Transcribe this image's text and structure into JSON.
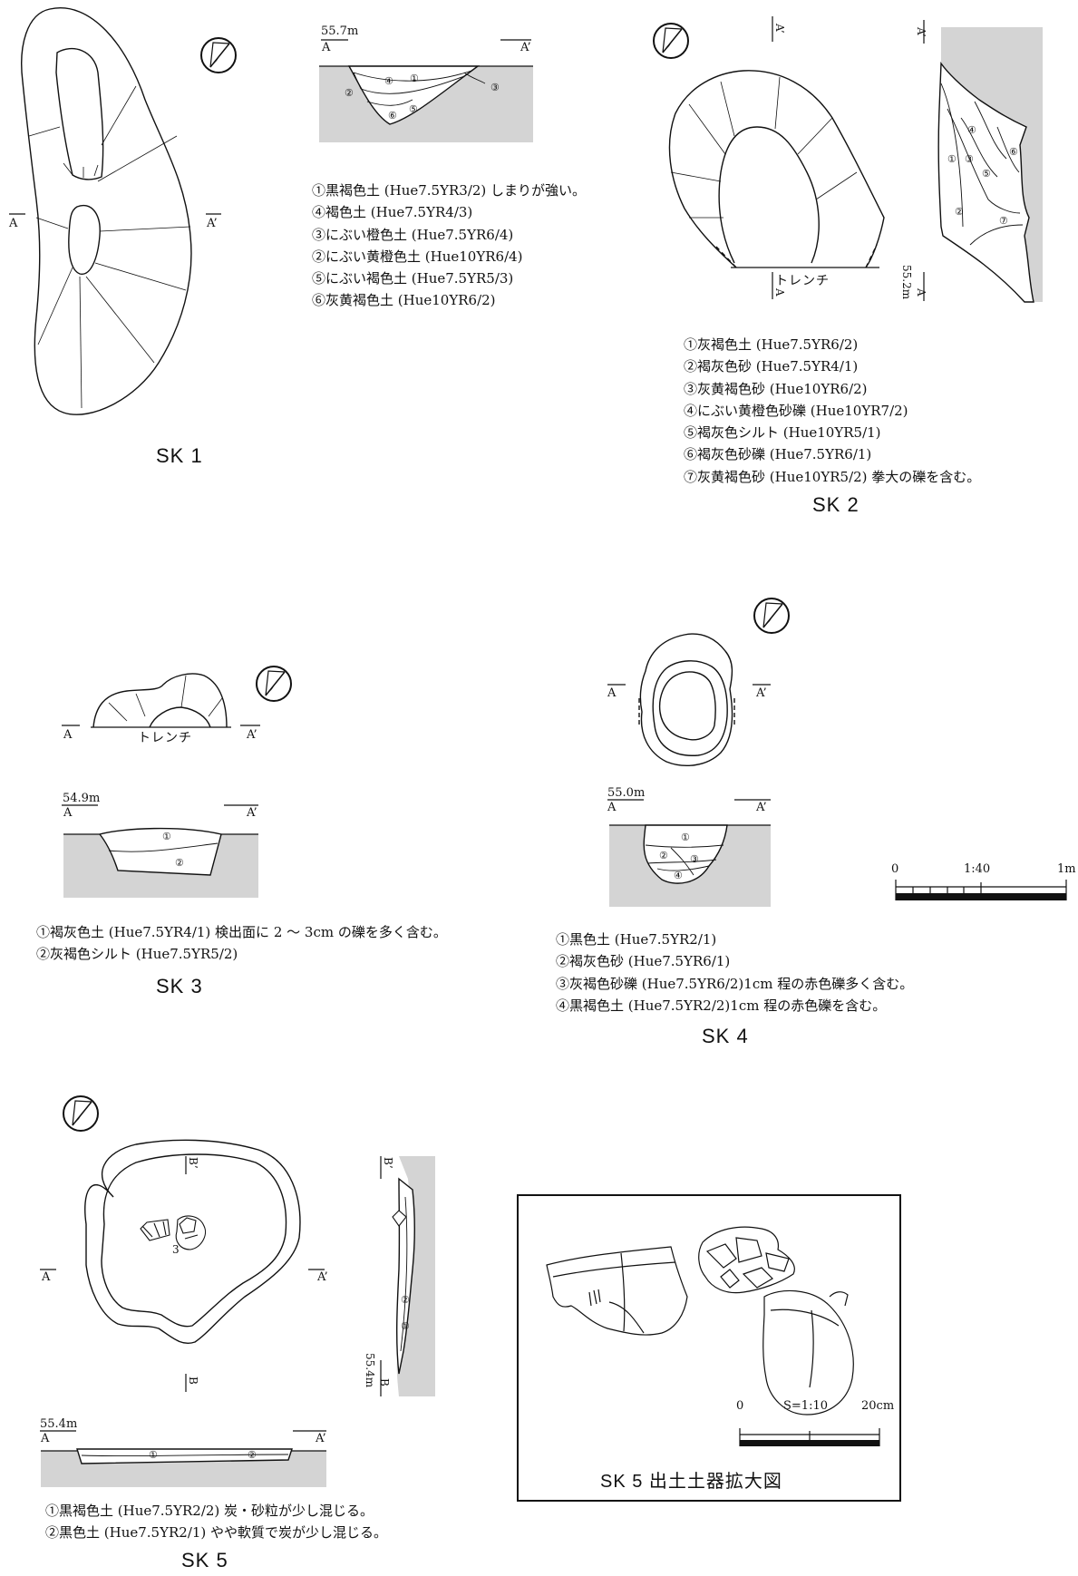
{
  "sk1": {
    "title": "SK 1",
    "label_a": "A",
    "label_a2": "A’",
    "elevation": "55.7m",
    "sec_a": "A",
    "sec_a2": "A’",
    "layers": [
      "①",
      "②",
      "③",
      "④",
      "⑤",
      "⑥"
    ],
    "description": [
      "①黒褐色土 (Hue7.5YR3/2) しまりが強い。",
      "④褐色土 (Hue7.5YR4/3)",
      "③にぶい橙色土 (Hue7.5YR6/4)",
      "②にぶい黄橙色土 (Hue10YR6/4)",
      "⑤にぶい褐色土 (Hue7.5YR5/3)",
      "⑥灰黄褐色土 (Hue10YR6/2)"
    ]
  },
  "sk2": {
    "title": "SK 2",
    "trench": "トレンチ",
    "label_a_top": "A’",
    "label_a_bottom": "A",
    "sec_top": "A’",
    "sec_bottom": "A",
    "elevation": "55.2m",
    "layers": [
      "①",
      "②",
      "③",
      "④",
      "⑤",
      "⑥",
      "⑦"
    ],
    "description": [
      "①灰褐色土 (Hue7.5YR6/2)",
      "②褐灰色砂 (Hue7.5YR4/1)",
      "③灰黄褐色砂 (Hue10YR6/2)",
      "④にぶい黄橙色砂礫 (Hue10YR7/2)",
      "⑤褐灰色シルト (Hue10YR5/1)",
      "⑥褐灰色砂礫 (Hue7.5YR6/1)",
      "⑦灰黄褐色砂 (Hue10YR5/2) 拳大の礫を含む。"
    ]
  },
  "sk3": {
    "title": "SK 3",
    "trench": "トレンチ",
    "label_a": "A",
    "label_a2": "A’",
    "elevation": "54.9m",
    "sec_a": "A",
    "sec_a2": "A’",
    "layers": [
      "①",
      "②"
    ],
    "description": [
      "①褐灰色土 (Hue7.5YR4/1) 検出面に 2 〜 3cm の礫を多く含む。",
      "②灰褐色シルト (Hue7.5YR5/2)"
    ]
  },
  "sk4": {
    "title": "SK 4",
    "label_a": "A",
    "label_a2": "A’",
    "elevation": "55.0m",
    "sec_a": "A",
    "sec_a2": "A’",
    "layers": [
      "①",
      "②",
      "③",
      "④"
    ],
    "description": [
      "①黒色土 (Hue7.5YR2/1)",
      "②褐灰色砂 (Hue7.5YR6/1)",
      "③灰褐色砂礫 (Hue7.5YR6/2)1cm 程の赤色礫多く含む。",
      "④黒褐色土 (Hue7.5YR2/2)1cm 程の赤色礫を含む。"
    ]
  },
  "scale1": {
    "zero": "0",
    "ratio": "1:40",
    "end": "1m"
  },
  "sk5": {
    "title": "SK 5",
    "label_a": "A",
    "label_a2": "A’",
    "label_b": "B",
    "label_b2": "B’",
    "artifact_no": "3",
    "elevation_b": "55.4m",
    "sec_b": "B",
    "sec_b2": "B’",
    "elevation": "55.4m",
    "sec_a": "A",
    "sec_a2": "A’",
    "layers": [
      "①",
      "②"
    ],
    "description": [
      "①黒褐色土 (Hue7.5YR2/2) 炭・砂粒が少し混じる。",
      "②黒色土 (Hue7.5YR2/1) やや軟質で炭が少し混じる。"
    ]
  },
  "pottery_box": {
    "title": "SK 5 出土土器拡大図",
    "scale_zero": "0",
    "scale_ratio": "S=1:10",
    "scale_end": "20cm"
  }
}
